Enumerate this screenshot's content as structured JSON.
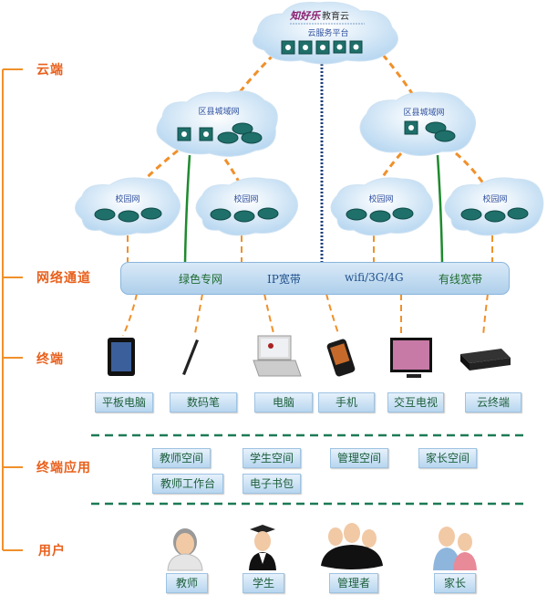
{
  "layers": [
    {
      "label": "云端"
    },
    {
      "label": "网络通道"
    },
    {
      "label": "终端"
    },
    {
      "label": "终端应用"
    },
    {
      "label": "用户"
    }
  ],
  "cloud_top": {
    "brand": "知好乐",
    "brand_suffix": "教育云",
    "subtitle": "云服务平台"
  },
  "district_clouds": [
    {
      "title": "区县城域网"
    },
    {
      "title": "区县城域网"
    }
  ],
  "campus_clouds": [
    {
      "title": "校园网"
    },
    {
      "title": "校园网"
    },
    {
      "title": "校园网"
    },
    {
      "title": "校园网"
    }
  ],
  "channels": [
    {
      "label": "绿色专网",
      "color": "#1e6b2f"
    },
    {
      "label": "IP宽带",
      "color": "#1e4f8a"
    },
    {
      "label": "wifi/3G/4G",
      "color": "#1e4f8a"
    },
    {
      "label": "有线宽带",
      "color": "#1e6b2f"
    }
  ],
  "terminals": [
    {
      "label": "平板电脑",
      "icon": "tablet-icon"
    },
    {
      "label": "数码笔",
      "icon": "digital-pen-icon"
    },
    {
      "label": "电脑",
      "icon": "laptop-icon"
    },
    {
      "label": "手机",
      "icon": "mobile-phone-icon"
    },
    {
      "label": "交互电视",
      "icon": "interactive-tv-icon"
    },
    {
      "label": "云终端",
      "icon": "cloud-terminal-icon"
    }
  ],
  "apps": [
    {
      "label": "教师空间"
    },
    {
      "label": "学生空间"
    },
    {
      "label": "管理空间"
    },
    {
      "label": "家长空间"
    },
    {
      "label": "教师工作台"
    },
    {
      "label": "电子书包"
    }
  ],
  "users": [
    {
      "label": "教师",
      "icon": "teacher-icon"
    },
    {
      "label": "学生",
      "icon": "student-icon"
    },
    {
      "label": "管理者",
      "icon": "administrator-icon"
    },
    {
      "label": "家长",
      "icon": "parent-icon"
    }
  ],
  "colors": {
    "accent": "#e8601c",
    "connector_orange": "#f0902a",
    "connector_green": "#1e8a2e",
    "connector_blue": "#1e3f7a",
    "divider": "#1d7a55"
  }
}
